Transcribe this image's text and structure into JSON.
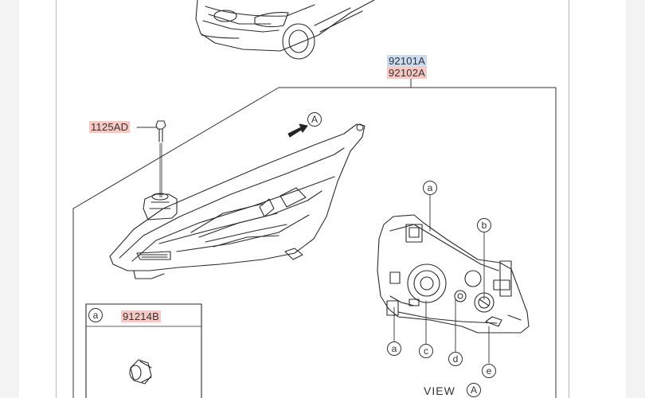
{
  "parts": {
    "part_92101A": "92101A",
    "part_92102A": "92102A",
    "part_1125AD": "1125AD",
    "part_91214B": "91214B"
  },
  "callouts": {
    "view_arrow": "A",
    "detail_box": "a",
    "a": "a",
    "b": "b",
    "c": "c",
    "d": "d",
    "e": "e",
    "view_word": "VIEW",
    "view_letter": "A"
  },
  "colors": {
    "red_label_bg": "#f7c9c4",
    "blue_label_bg": "#c9dcf1"
  }
}
